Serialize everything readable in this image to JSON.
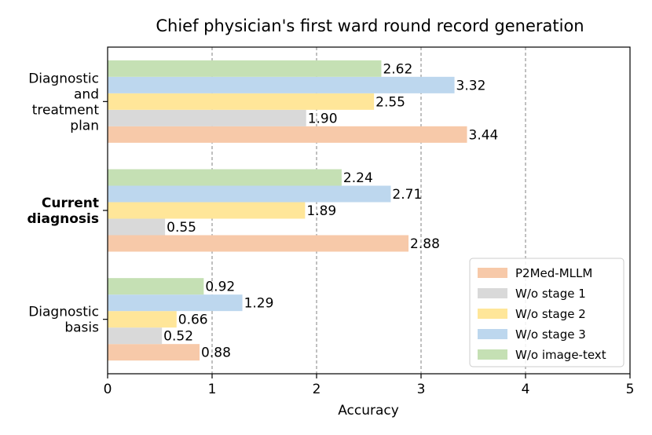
{
  "chart_data": {
    "type": "bar",
    "orientation": "horizontal",
    "title": "Chief physician's first ward round record generation",
    "xlabel": "Accuracy",
    "ylabel": "",
    "xlim": [
      0,
      5
    ],
    "xticks": [
      "0",
      "1",
      "2",
      "3",
      "4",
      "5"
    ],
    "grid": "vertical dashed at x ticks",
    "legend_position": "lower-right",
    "categories": [
      {
        "lines": [
          "Diagnostic",
          "and",
          "treatment",
          "plan"
        ],
        "bold": false
      },
      {
        "lines": [
          "Current",
          "diagnosis"
        ],
        "bold": true
      },
      {
        "lines": [
          "Diagnostic",
          "basis"
        ],
        "bold": false
      }
    ],
    "series": [
      {
        "name": "P2Med-MLLM",
        "color": "#f7c9a9",
        "values": [
          3.44,
          2.88,
          0.88
        ],
        "labels": [
          "3.44",
          "2.88",
          "0.88"
        ]
      },
      {
        "name": "W/o stage 1",
        "color": "#d9d9d9",
        "values": [
          1.9,
          0.55,
          0.52
        ],
        "labels": [
          "1.90",
          "0.55",
          "0.52"
        ]
      },
      {
        "name": "W/o stage 2",
        "color": "#ffe699",
        "values": [
          2.55,
          1.89,
          0.66
        ],
        "labels": [
          "2.55",
          "1.89",
          "0.66"
        ]
      },
      {
        "name": "W/o stage 3",
        "color": "#bdd7ee",
        "values": [
          3.32,
          2.71,
          1.29
        ],
        "labels": [
          "3.32",
          "2.71",
          "1.29"
        ]
      },
      {
        "name": "W/o image-text",
        "color": "#c5e0b4",
        "values": [
          2.62,
          2.24,
          0.92
        ],
        "labels": [
          "2.62",
          "2.24",
          "0.92"
        ]
      }
    ]
  }
}
